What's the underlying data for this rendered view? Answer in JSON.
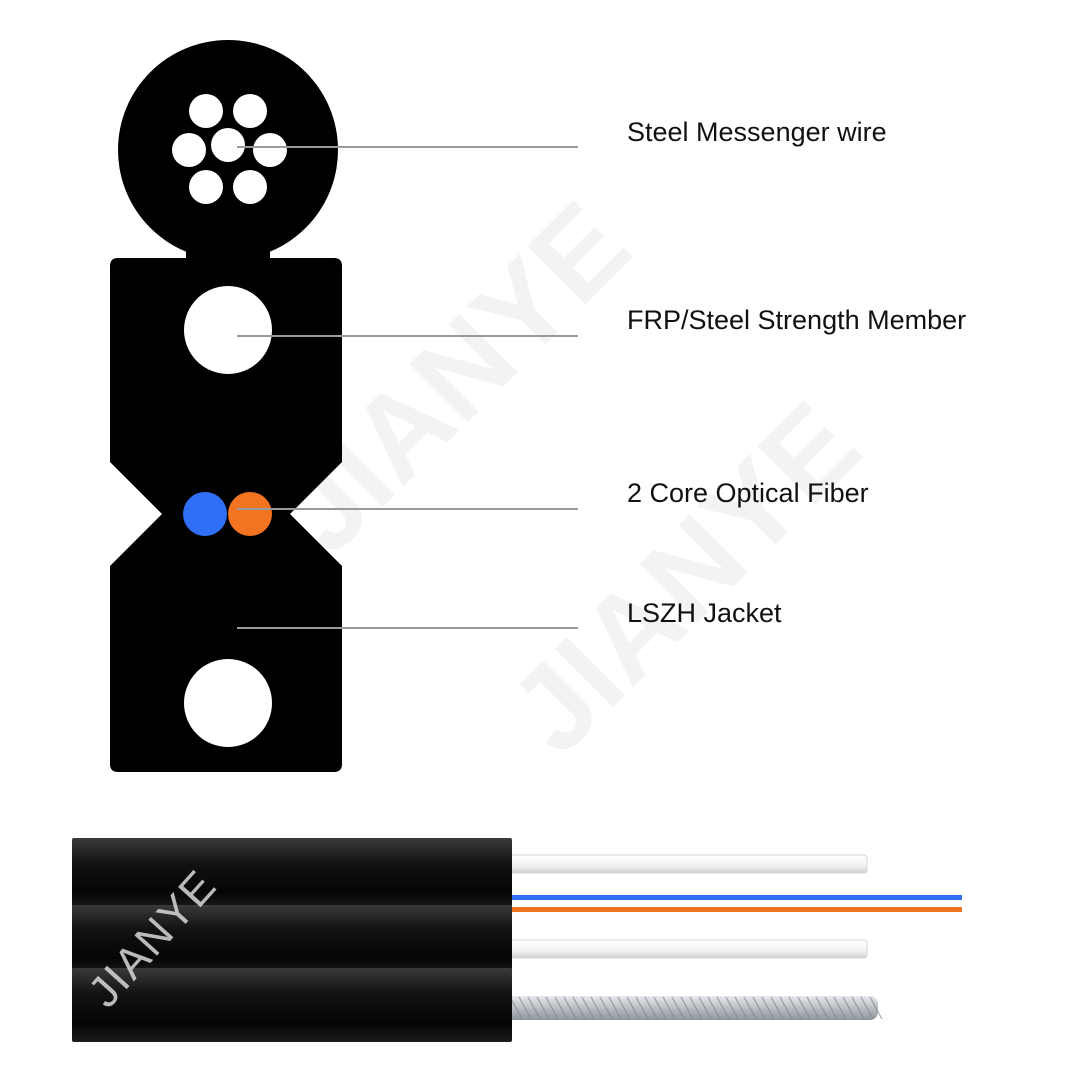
{
  "labels": {
    "messenger": "Steel Messenger wire",
    "strength_member": "FRP/Steel Strength Member",
    "fiber": "2 Core Optical Fiber",
    "jacket": "LSZH Jacket"
  },
  "watermark": {
    "brand": "JIANYE"
  },
  "colors": {
    "jacket": "#000000",
    "fiber_blue": "#2f6ff5",
    "fiber_orange": "#f27421",
    "leader_line": "#9a9a9a",
    "steel": "#c8ccd0"
  }
}
